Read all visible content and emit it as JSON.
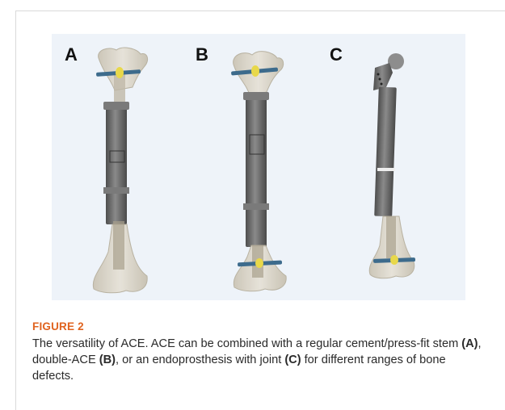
{
  "figure": {
    "panels": [
      {
        "label": "A"
      },
      {
        "label": "B"
      },
      {
        "label": "C"
      }
    ],
    "colors": {
      "background": "#eef3f9",
      "bone": "#d8d2c4",
      "implant": "#6f6f6f",
      "screw": "#3d6b8c",
      "spacer": "#e8d84a",
      "title": "#e0631f"
    }
  },
  "caption": {
    "title": "FIGURE 2",
    "text_1": "The versatility of ACE. ACE can be combined with a regular cement/press-fit stem ",
    "label_a": "(A)",
    "text_2": ", double-ACE ",
    "label_b": "(B)",
    "text_3": ", or an endoprosthesis with joint ",
    "label_c": "(C)",
    "text_4": " for different ranges of bone defects."
  }
}
